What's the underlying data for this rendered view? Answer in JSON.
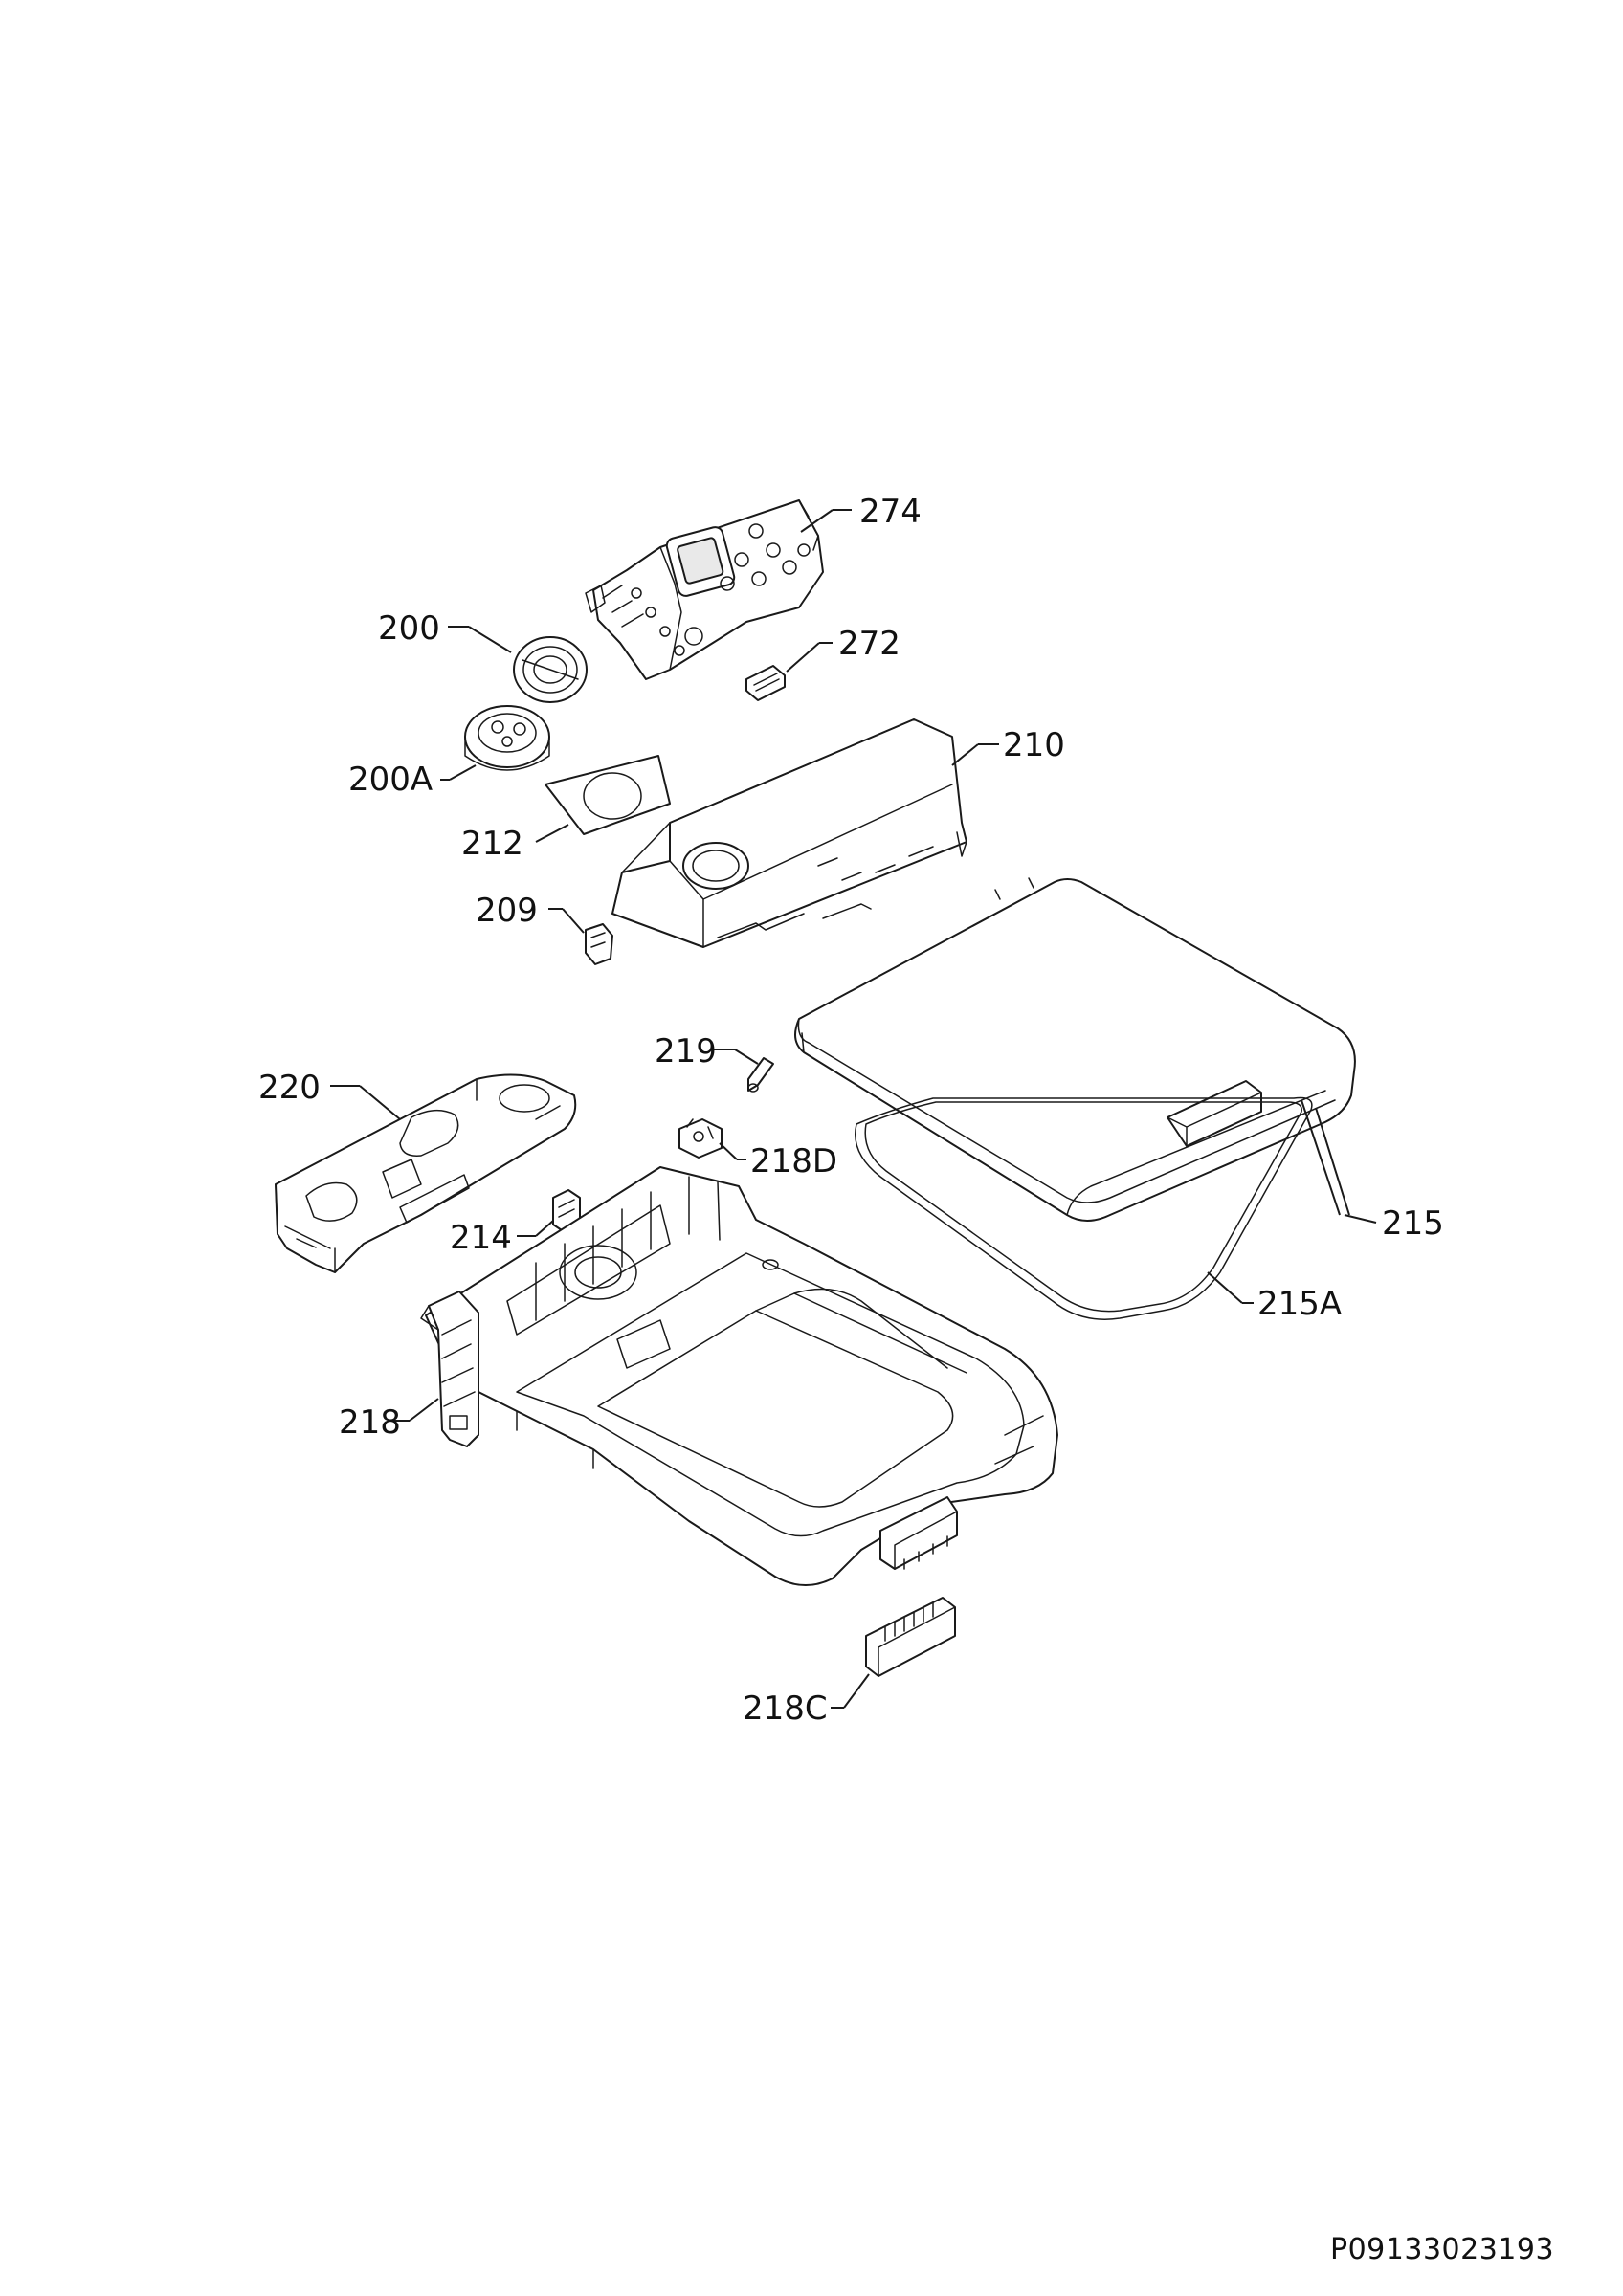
{
  "diagram": {
    "document_code": "P09133023193",
    "callouts": {
      "c274": "274",
      "c200": "200",
      "c272": "272",
      "c210": "210",
      "c200A": "200A",
      "c212": "212",
      "c209": "209",
      "c219": "219",
      "c220": "220",
      "c218D": "218D",
      "c214": "214",
      "c215": "215",
      "c215A": "215A",
      "c218": "218",
      "c218C": "218C"
    }
  }
}
